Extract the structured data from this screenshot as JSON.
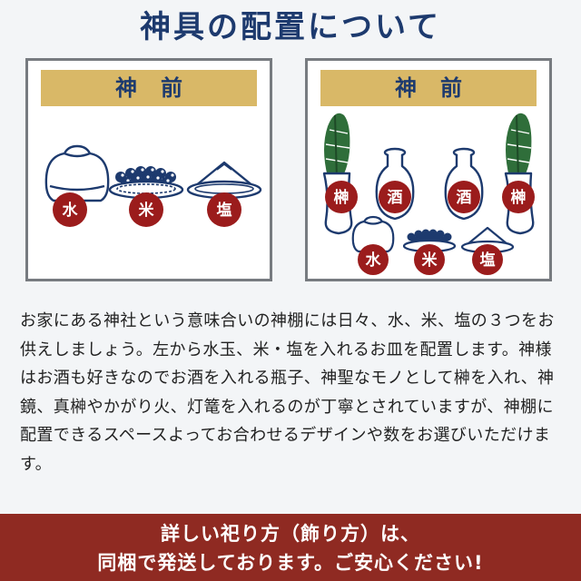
{
  "page_title": "神具の配置について",
  "left_panel": {
    "header": "神前",
    "items": [
      {
        "label": "水",
        "icon": "water-jar-icon"
      },
      {
        "label": "米",
        "icon": "rice-dish-icon"
      },
      {
        "label": "塩",
        "icon": "salt-dish-icon"
      }
    ]
  },
  "right_panel": {
    "header": "神前",
    "items": [
      {
        "label": "榊",
        "icon": "sakaki-vase-icon"
      },
      {
        "label": "酒",
        "icon": "sake-bottle-icon"
      },
      {
        "label": "酒",
        "icon": "sake-bottle-icon"
      },
      {
        "label": "榊",
        "icon": "sakaki-vase-icon"
      },
      {
        "label": "水",
        "icon": "water-jar-icon"
      },
      {
        "label": "米",
        "icon": "rice-dish-icon"
      },
      {
        "label": "塩",
        "icon": "salt-dish-icon"
      }
    ]
  },
  "body_text": "お家にある神社という意味合いの神棚には日々、水、米、塩の３つをお供えしましょう。左から水玉、米・塩を入れるお皿を配置します。神様はお酒も好きなのでお酒を入れる瓶子、神聖なモノとして榊を入れ、神鏡、真榊やかがり火、灯篭を入れるのが丁寧とされていますが、神棚に配置できるスペースよってお合わせるデザインや数をお選びいただけます。",
  "footer": {
    "line1": "詳しい祀り方（飾り方）は、",
    "line2": "同梱で発送しております。ご安心ください!"
  },
  "colors": {
    "title": "#1d3a6e",
    "header_bg": "#d9b867",
    "badge": "#9b1c1c",
    "footer_bg": "#8f2a22",
    "leaf": "#2f6e3a",
    "line": "#1d3a6e"
  }
}
